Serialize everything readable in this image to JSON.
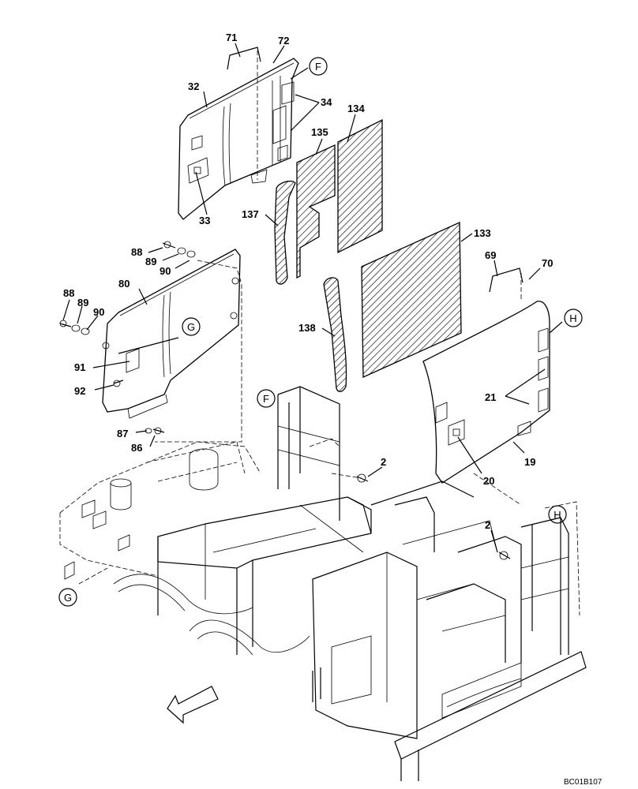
{
  "drawing_code": "BC01B107",
  "callouts": [
    "71",
    "72",
    "32",
    "34",
    "134",
    "135",
    "33",
    "137",
    "133",
    "69",
    "70",
    "88",
    "89",
    "90",
    "80",
    "88",
    "89",
    "90",
    "138",
    "91",
    "92",
    "21",
    "87",
    "86",
    "2",
    "19",
    "20",
    "2"
  ],
  "ref_circles": [
    "F",
    "G",
    "H",
    "F",
    "H",
    "G"
  ]
}
